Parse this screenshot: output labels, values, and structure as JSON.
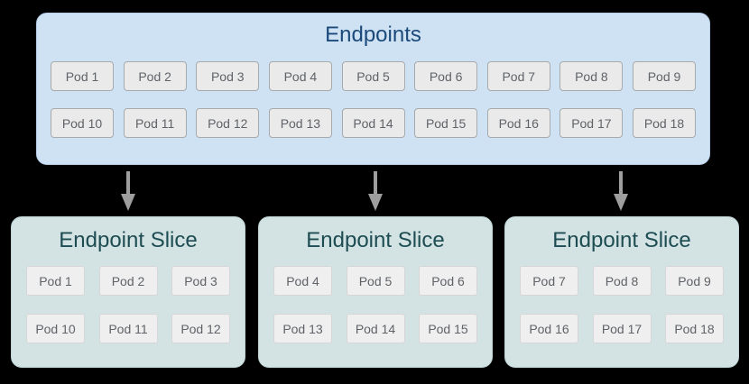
{
  "colors": {
    "page_bg": "#000000",
    "endpoints_bg": "#cfe2f4",
    "endpoints_border": "#b5cde8",
    "endpoints_title": "#1b4a7a",
    "slice_bg": "#d3e2e3",
    "slice_border": "#bdd3d4",
    "slice_title": "#1d4d52",
    "pod_bg": "#eaeaea",
    "pod_border": "#a7aaad",
    "slice_pod_bg": "#efefef",
    "slice_pod_border": "#d6d6d6",
    "pod_text": "#5f6368",
    "arrow": "#9e9e9e"
  },
  "endpoints": {
    "title": "Endpoints",
    "row1": [
      "Pod 1",
      "Pod 2",
      "Pod 3",
      "Pod 4",
      "Pod 5",
      "Pod 6",
      "Pod 7",
      "Pod 8",
      "Pod 9"
    ],
    "row2": [
      "Pod 10",
      "Pod 11",
      "Pod 12",
      "Pod 13",
      "Pod 14",
      "Pod 15",
      "Pod 16",
      "Pod 17",
      "Pod 18"
    ]
  },
  "slices": {
    "slice1": {
      "title": "Endpoint Slice",
      "row1": [
        "Pod 1",
        "Pod 2",
        "Pod 3"
      ],
      "row2": [
        "Pod 10",
        "Pod 11",
        "Pod 12"
      ]
    },
    "slice2": {
      "title": "Endpoint Slice",
      "row1": [
        "Pod 4",
        "Pod 5",
        "Pod 6"
      ],
      "row2": [
        "Pod 13",
        "Pod 14",
        "Pod 15"
      ]
    },
    "slice3": {
      "title": "Endpoint Slice",
      "row1": [
        "Pod 7",
        "Pod 8",
        "Pod 9"
      ],
      "row2": [
        "Pod 16",
        "Pod 17",
        "Pod 18"
      ]
    }
  }
}
